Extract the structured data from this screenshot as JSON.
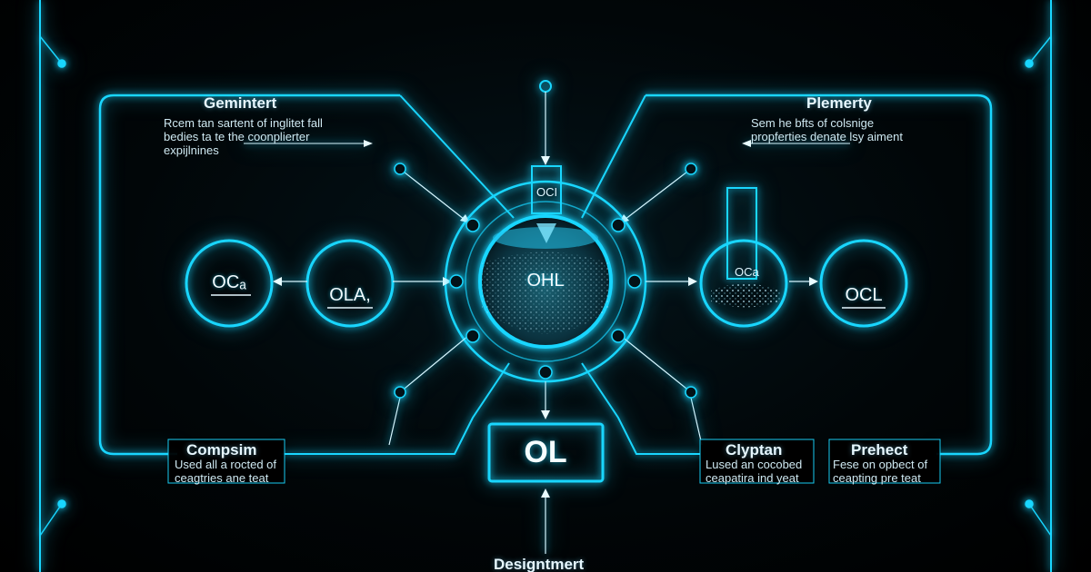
{
  "accent_color": "#19d6ff",
  "background_color": "#000000",
  "top_left": {
    "heading": "Gemintert",
    "lines": [
      "Rcem tan sartent of inglitet fall",
      "bedies ta te the coonplierter",
      "expijlnines"
    ]
  },
  "top_right": {
    "heading": "Plemerty",
    "lines": [
      "Sem he bfts of colsnige",
      "propferties denate lsy aiment"
    ]
  },
  "bottom_left": {
    "heading": "Compsim",
    "lines": [
      "Used all a rocted of",
      "ceagtries ane teat"
    ]
  },
  "bottom_mid_right": {
    "heading": "Clyptan",
    "lines": [
      "Lused an cocobed",
      "ceapatira ind yeat"
    ]
  },
  "bottom_right": {
    "heading": "Prehect",
    "lines": [
      "Fese on opbect of",
      "ceapting pre teat"
    ]
  },
  "bottom_title": "Designtmert",
  "nodes": {
    "far_left": "OCₐ",
    "left": "OLA,",
    "center": "OHL",
    "center_tube": "OCI",
    "right_tube": "OCa",
    "far_right": "OCL",
    "output_box": "OL"
  }
}
